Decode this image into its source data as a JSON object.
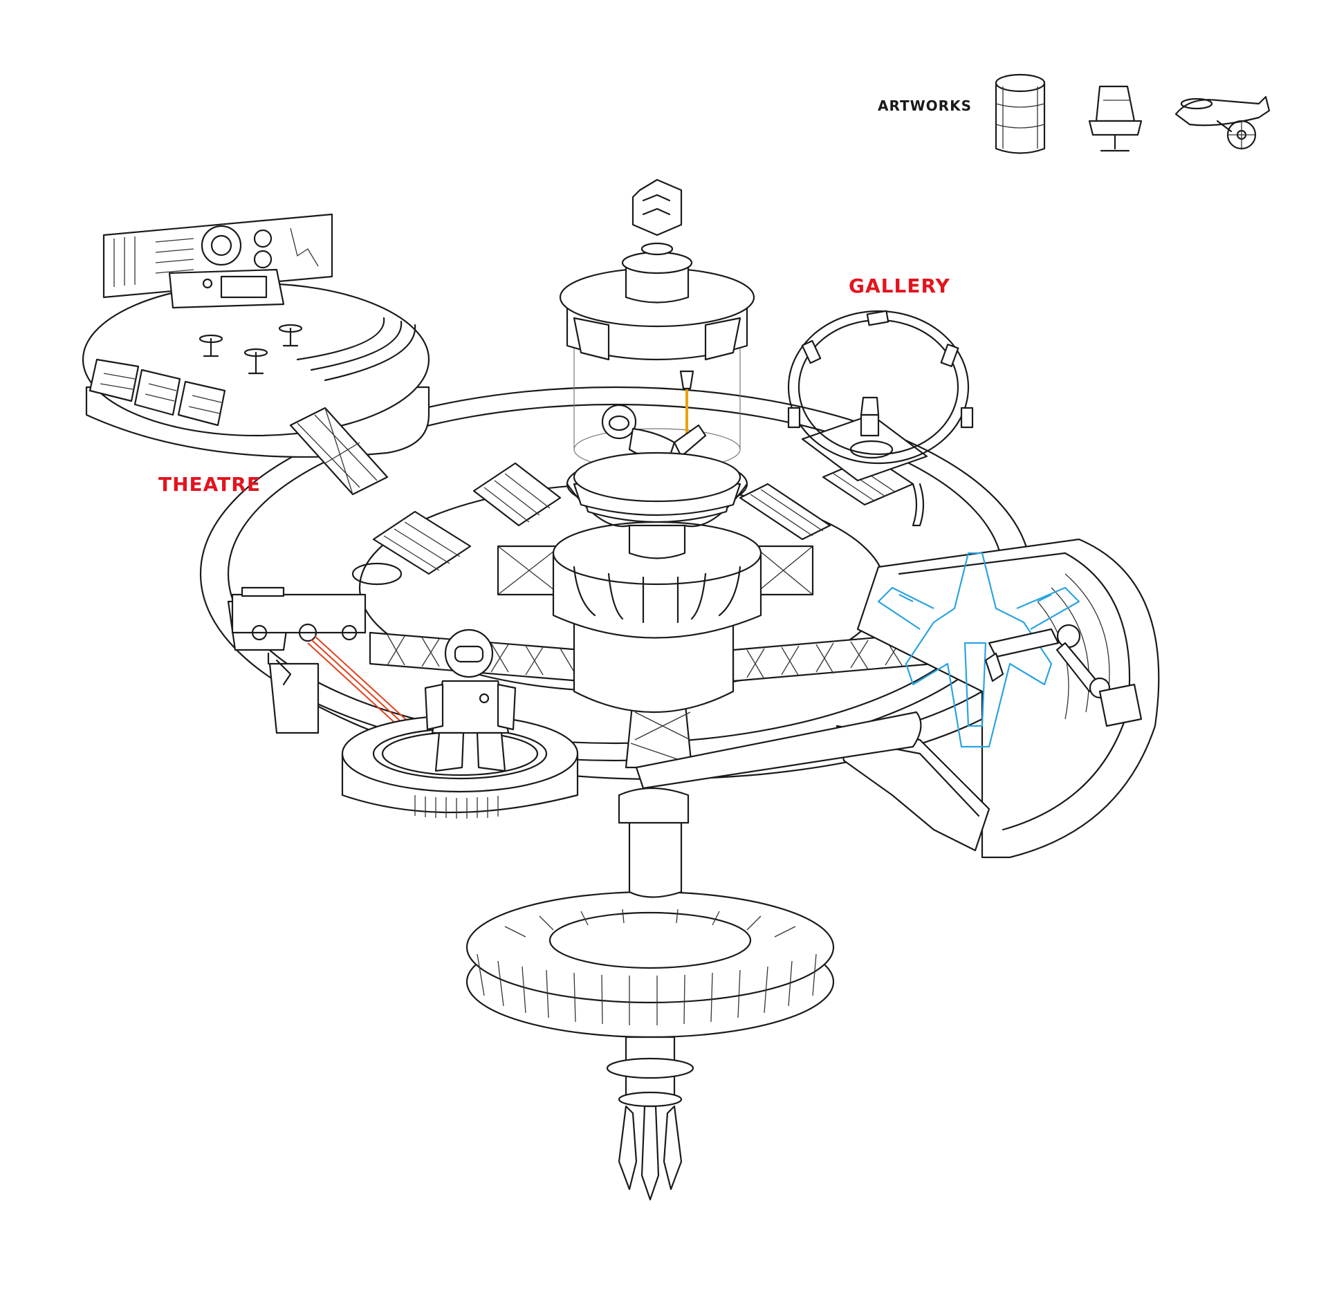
{
  "labels": {
    "theatre": "THEATRE",
    "gallery": "GALLERY",
    "artworks": "ARTWORKS"
  },
  "legend": {
    "items": [
      {
        "icon": "tower-icon"
      },
      {
        "icon": "chair-icon"
      },
      {
        "icon": "aircraft-icon"
      }
    ]
  },
  "colors": {
    "label_red": "#e3141e",
    "ink": "#1a1a1a",
    "hologram_blue": "#2aa3e0",
    "laser_red": "#e0401c",
    "beam_yellow": "#e8a400"
  }
}
